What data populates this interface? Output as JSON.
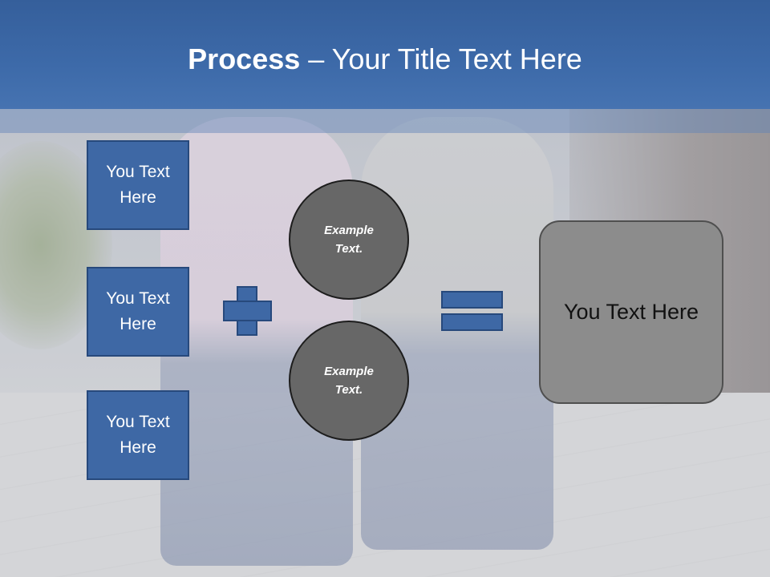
{
  "header": {
    "title_bold": "Process",
    "title_rest": " – Your Title Text Here"
  },
  "boxes": [
    {
      "label": "You Text Here"
    },
    {
      "label": "You Text Here"
    },
    {
      "label": "You Text Here"
    }
  ],
  "circles": [
    {
      "label": "Example Text."
    },
    {
      "label": "Example Text."
    }
  ],
  "result": {
    "label": "You Text Here"
  },
  "colors": {
    "header_blue": "#3d6aa9",
    "box_blue": "#3e68a5",
    "circle_gray": "#676767",
    "result_gray": "#8c8c8c"
  },
  "icons": [
    "plus-icon",
    "equals-icon"
  ]
}
